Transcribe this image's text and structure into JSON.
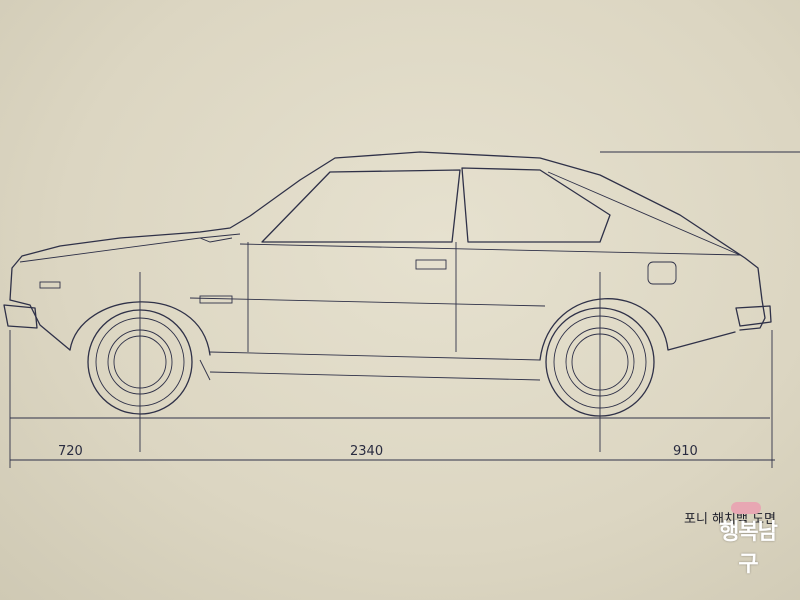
{
  "drawing": {
    "subject": "hatchback car side-view blueprint",
    "line_color": "#2f3148",
    "background_color": "#ddd8c4"
  },
  "dimensions": {
    "front_overhang": "720",
    "wheelbase": "2340",
    "rear_overhang": "910"
  },
  "caption": {
    "text": "포니 해치백 도면"
  },
  "watermark": {
    "text": "행복남구"
  }
}
